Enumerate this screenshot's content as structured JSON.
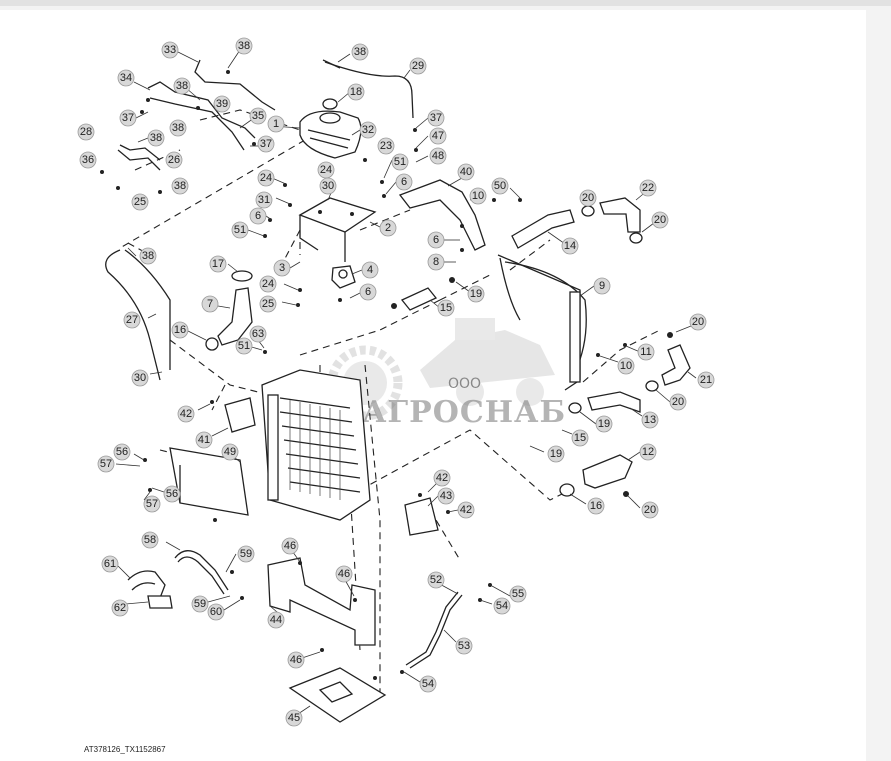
{
  "figure_id": "AT378126_TX1152867",
  "watermark": {
    "company_prefix": "ООО",
    "company_name": "АГРОСНАБ"
  },
  "callouts": [
    {
      "label": "1"
    },
    {
      "label": "2"
    },
    {
      "label": "3"
    },
    {
      "label": "4"
    },
    {
      "label": "6"
    },
    {
      "label": "6"
    },
    {
      "label": "6"
    },
    {
      "label": "6"
    },
    {
      "label": "7"
    },
    {
      "label": "8"
    },
    {
      "label": "9"
    },
    {
      "label": "10"
    },
    {
      "label": "10"
    },
    {
      "label": "11"
    },
    {
      "label": "12"
    },
    {
      "label": "13"
    },
    {
      "label": "14"
    },
    {
      "label": "15"
    },
    {
      "label": "15"
    },
    {
      "label": "16"
    },
    {
      "label": "16"
    },
    {
      "label": "17"
    },
    {
      "label": "18"
    },
    {
      "label": "19"
    },
    {
      "label": "19"
    },
    {
      "label": "19"
    },
    {
      "label": "20"
    },
    {
      "label": "20"
    },
    {
      "label": "20"
    },
    {
      "label": "20"
    },
    {
      "label": "20"
    },
    {
      "label": "21"
    },
    {
      "label": "22"
    },
    {
      "label": "23"
    },
    {
      "label": "24"
    },
    {
      "label": "24"
    },
    {
      "label": "24"
    },
    {
      "label": "25"
    },
    {
      "label": "25"
    },
    {
      "label": "26"
    },
    {
      "label": "27"
    },
    {
      "label": "28"
    },
    {
      "label": "29"
    },
    {
      "label": "30"
    },
    {
      "label": "30"
    },
    {
      "label": "31"
    },
    {
      "label": "32"
    },
    {
      "label": "33"
    },
    {
      "label": "34"
    },
    {
      "label": "35"
    },
    {
      "label": "36"
    },
    {
      "label": "37"
    },
    {
      "label": "37"
    },
    {
      "label": "37"
    },
    {
      "label": "38"
    },
    {
      "label": "38"
    },
    {
      "label": "38"
    },
    {
      "label": "38"
    },
    {
      "label": "38"
    },
    {
      "label": "38"
    },
    {
      "label": "38"
    },
    {
      "label": "39"
    },
    {
      "label": "40"
    },
    {
      "label": "41"
    },
    {
      "label": "42"
    },
    {
      "label": "42"
    },
    {
      "label": "42"
    },
    {
      "label": "43"
    },
    {
      "label": "44"
    },
    {
      "label": "45"
    },
    {
      "label": "46"
    },
    {
      "label": "46"
    },
    {
      "label": "46"
    },
    {
      "label": "47"
    },
    {
      "label": "48"
    },
    {
      "label": "49"
    },
    {
      "label": "50"
    },
    {
      "label": "51"
    },
    {
      "label": "51"
    },
    {
      "label": "51"
    },
    {
      "label": "52"
    },
    {
      "label": "53"
    },
    {
      "label": "54"
    },
    {
      "label": "54"
    },
    {
      "label": "55"
    },
    {
      "label": "56"
    },
    {
      "label": "56"
    },
    {
      "label": "57"
    },
    {
      "label": "57"
    },
    {
      "label": "58"
    },
    {
      "label": "59"
    },
    {
      "label": "59"
    },
    {
      "label": "60"
    },
    {
      "label": "61"
    },
    {
      "label": "62"
    },
    {
      "label": "63"
    }
  ]
}
